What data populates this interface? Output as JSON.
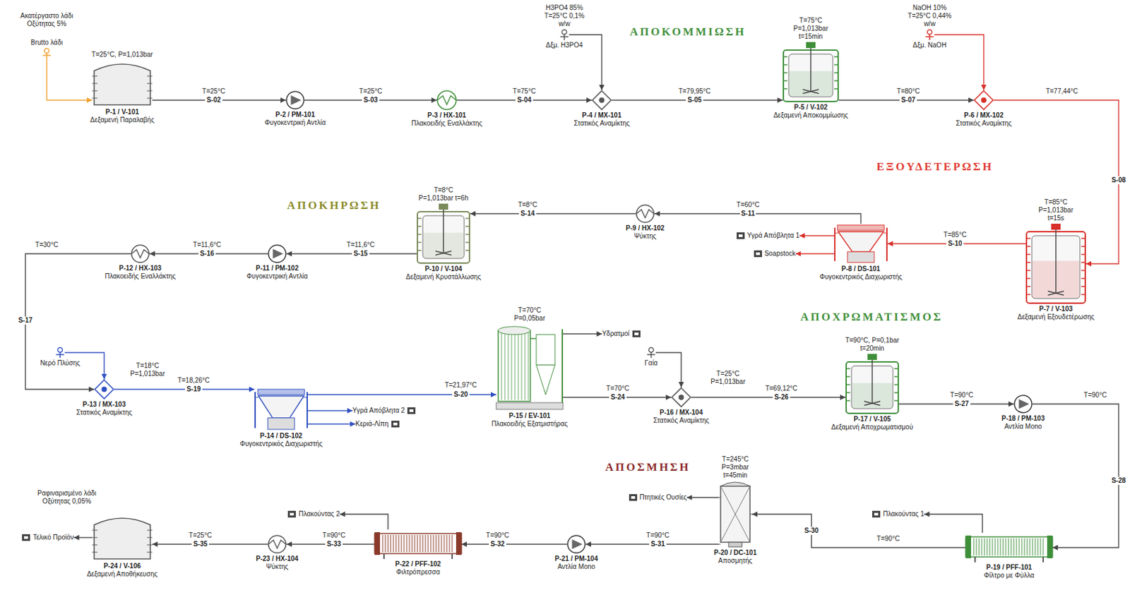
{
  "diagram": {
    "nodes": [
      {
        "text": [
          "Brutto λάδι"
        ]
      },
      {
        "text": [
          "T=25°C, P=1,013bar",
          "P-1 / V-101",
          "Δεξαμενή Παραλαβής"
        ]
      },
      {
        "text": [
          "P-2 / PM-101",
          "Φυγοκεντρική Αντλία"
        ]
      },
      {
        "text": [
          "P-3 / HX-101",
          "Πλακοειδής Εναλλάκτης"
        ]
      },
      {
        "text": [
          "H3PO4 85% T=25°C 0,1% w/w",
          "Δξμ. H3PO4"
        ]
      },
      {
        "text": [
          "P-4 / MX-101",
          "Στατικός Αναμίκτης"
        ]
      },
      {
        "text": [
          "T=75°C P=1,013bar t=15min",
          "P-5 / V-102",
          "Δεξαμενή Αποκομμίωσης"
        ]
      },
      {
        "text": [
          "NaOH 10% T=25°C 0,44% w/w",
          "Δξμ. NaOH"
        ]
      },
      {
        "text": [
          "P-6 / MX-102",
          "Στατικός Αναμίκτης"
        ]
      },
      {
        "text": [
          "T=85°C P=1,013bar t=15s",
          "P-7 / V-103",
          "Δεξαμενή Εξουδετέρωσης"
        ]
      },
      {
        "text": [
          "P-8 / DS-101",
          "Φυγοκεντρικός Διαχωριστής"
        ]
      },
      {
        "text": [
          "Υγρά Απόβλητα 1"
        ]
      },
      {
        "text": [
          "Soapstock"
        ]
      },
      {
        "text": [
          "P-9 / HX-102",
          "Ψύκτης"
        ]
      },
      {
        "text": [
          "T=8°C P=1,013bar t=6h",
          "P-10 / V-104",
          "Δεξαμενή Κρυστάλλωσης"
        ]
      },
      {
        "text": [
          "P-11 / PM-102",
          "Φυγοκεντρική Αντλία"
        ]
      },
      {
        "text": [
          "P-12 / HX-103",
          "Πλακοειδής Εναλλάκτης"
        ]
      },
      {
        "text": [
          "Νερό Πλύσης"
        ]
      },
      {
        "text": [
          "T=18°C P=1,013bar",
          "P-13 / MX-103",
          "Στατικός Αναμίκτης"
        ]
      },
      {
        "text": [
          "P-14 / DS-102",
          "Φυγοκεντρικός Διαχωριστής"
        ]
      },
      {
        "text": [
          "Υγρά Απόβλητα 2"
        ]
      },
      {
        "text": [
          "Κεριά-Λίπη"
        ]
      },
      {
        "text": [
          "T=70°C P=0,05bar",
          "P-15 / EV-101",
          "Πλακοειδής Εξατμιστήρας"
        ]
      },
      {
        "text": [
          "Υδρατμοί"
        ]
      },
      {
        "text": [
          "Γαία"
        ]
      },
      {
        "text": [
          "T=25°C P=1,013bar",
          "P-16 / MX-104",
          "Στατικός Αναμίκτης"
        ]
      },
      {
        "text": [
          "T=90°C, P=0,1bar t=20min",
          "P-17 / V-105",
          "Δεξαμενή Αποχρωματισμού"
        ]
      },
      {
        "text": [
          "P-18 / PM-103",
          "Αντλία Mono"
        ]
      },
      {
        "text": [
          "P-19 / PFF-101",
          "Φίλτρο με Φύλλα"
        ]
      },
      {
        "text": [
          "Πλακούντας 1"
        ]
      },
      {
        "text": [
          "T=245°C P=3mbar t=45min",
          "P-20 / DC-101",
          "Αποσμητής"
        ]
      },
      {
        "text": [
          "Πτητικές Ουσίες"
        ]
      },
      {
        "text": [
          "P-21 / PM-104",
          "Αντλία Mono"
        ]
      },
      {
        "text": [
          "P-22 / PFF-102",
          "Φιλτρόπρεσσα"
        ]
      },
      {
        "text": [
          "Πλακούντας 2"
        ]
      },
      {
        "text": [
          "P-23 / HX-104",
          "Ψύκτης"
        ]
      },
      {
        "text": [
          "P-24 / V-106",
          "Δεξαμενή Αποθήκευσης"
        ]
      },
      {
        "text": [
          "Τελικό Προϊόν"
        ]
      }
    ],
    "edges": [
      {
        "from": 0,
        "to": 1,
        "arrow": "to"
      },
      {
        "from": 1,
        "to": 2,
        "arrow": "to",
        "label": "S-02"
      },
      {
        "from": 2,
        "to": 3,
        "arrow": "to",
        "label": "S-03"
      },
      {
        "from": 3,
        "to": 5,
        "arrow": "to",
        "label": "S-04"
      },
      {
        "from": 4,
        "to": 5,
        "arrow": "to"
      },
      {
        "from": 5,
        "to": 6,
        "arrow": "to",
        "label": "S-05"
      },
      {
        "from": 6,
        "to": 8,
        "arrow": "to",
        "label": "S-07"
      },
      {
        "from": 7,
        "to": 8,
        "arrow": "to"
      },
      {
        "from": 8,
        "to": 9,
        "arrow": "to",
        "label": "S-08"
      },
      {
        "from": 9,
        "to": 10,
        "arrow": "to",
        "label": "S-10"
      },
      {
        "from": 10,
        "to": 11,
        "arrow": "to"
      },
      {
        "from": 10,
        "to": 12,
        "arrow": "to"
      },
      {
        "from": 10,
        "to": 13,
        "arrow": "to",
        "label": "S-11"
      },
      {
        "from": 13,
        "to": 14,
        "arrow": "to",
        "label": "S-14"
      },
      {
        "from": 14,
        "to": 15,
        "arrow": "to",
        "label": "S-15"
      },
      {
        "from": 15,
        "to": 16,
        "arrow": "to",
        "label": "S-16"
      },
      {
        "from": 16,
        "to": 18,
        "arrow": "to",
        "label": "S-17"
      },
      {
        "from": 17,
        "to": 18,
        "arrow": "to"
      },
      {
        "from": 18,
        "to": 19,
        "arrow": "to",
        "label": "S-19"
      },
      {
        "from": 19,
        "to": 20,
        "arrow": "to"
      },
      {
        "from": 19,
        "to": 21,
        "arrow": "to"
      },
      {
        "from": 19,
        "to": 22,
        "arrow": "to",
        "label": "S-20"
      },
      {
        "from": 22,
        "to": 23,
        "arrow": "to"
      },
      {
        "from": 22,
        "to": 25,
        "arrow": "to",
        "label": "S-24"
      },
      {
        "from": 24,
        "to": 25,
        "arrow": "to"
      },
      {
        "from": 25,
        "to": 26,
        "arrow": "to",
        "label": "S-26"
      },
      {
        "from": 26,
        "to": 27,
        "arrow": "to",
        "label": "S-27"
      },
      {
        "from": 27,
        "to": 28,
        "arrow": "to",
        "label": "S-28"
      },
      {
        "from": 28,
        "to": 29,
        "arrow": "to"
      },
      {
        "from": 28,
        "to": 30,
        "arrow": "to",
        "label": "S-30"
      },
      {
        "from": 30,
        "to": 31,
        "arrow": "to"
      },
      {
        "from": 30,
        "to": 32,
        "arrow": "to",
        "label": "S-31"
      },
      {
        "from": 32,
        "to": 33,
        "arrow": "to",
        "label": "S-32"
      },
      {
        "from": 33,
        "to": 34,
        "arrow": "to"
      },
      {
        "from": 33,
        "to": 35,
        "arrow": "to",
        "label": "S-33"
      },
      {
        "from": 35,
        "to": 36,
        "arrow": "to",
        "label": "S-35"
      },
      {
        "from": 36,
        "to": 37,
        "arrow": "to"
      }
    ],
    "labels": [
      "Ακατέργαστο λάδι Οξύτητας 5%",
      "ΑΠΟΚΟΜΜΙΩΣΗ",
      "ΕΞΟΥΔΕΤΕΡΩΣΗ",
      "ΑΠΟΚΗΡΩΣΗ",
      "ΑΠΟΧΡΩΜΑΤΙΣΜΟΣ",
      "ΑΠΟΣΜΗΣΗ",
      "Ραφιναρισμένο λάδι Οξύτητας 0,05%",
      "T=25°C",
      "T=25°C",
      "T=75°C",
      "T=79,95°C",
      "T=80°C",
      "T=77,44°C",
      "T=85°C",
      "T=60°C",
      "T=8°C",
      "T=11,6°C",
      "T=11,6°C",
      "T=30°C",
      "T=18,26°C",
      "T=21,97°C",
      "T=70°C",
      "T=69,12°C",
      "T=90°C",
      "T=90°C",
      "T=90°C",
      "T=90°C",
      "T=90°C",
      "T=90°C",
      "T=25°C"
    ]
  }
}
